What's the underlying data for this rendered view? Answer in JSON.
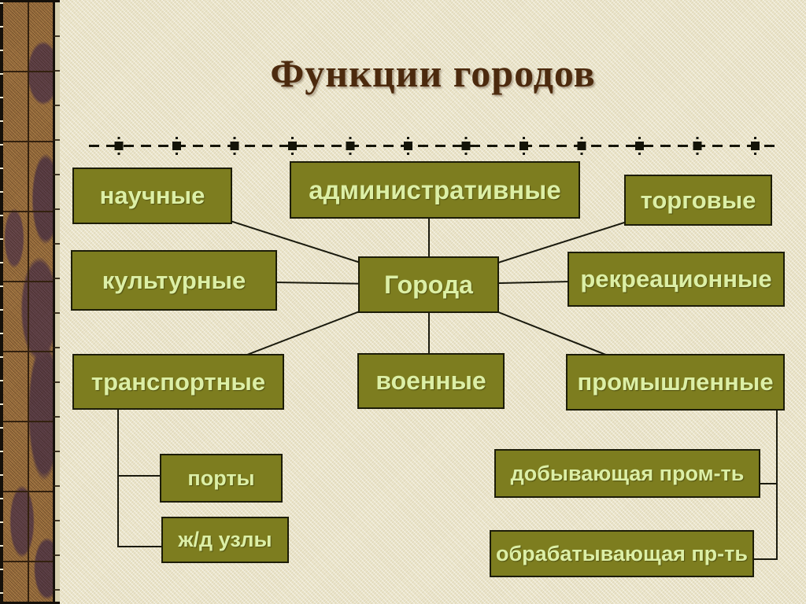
{
  "slide": {
    "title": "Функции городов",
    "center_label": "Города",
    "functions": {
      "scientific": "научные",
      "administrative": "административные",
      "trade": "торговые",
      "cultural": "культурные",
      "recreational": "рекреационные",
      "transport": "транспортные",
      "military": "военные",
      "industrial": "промышленные"
    },
    "transport_subtypes": {
      "ports": "порты",
      "rail_junctions": "ж/д узлы"
    },
    "industrial_subtypes": {
      "extractive": "добывающая пром-ть",
      "processing": "обрабатывающая пр-ть"
    },
    "colors": {
      "background": "#ebe5ca",
      "box_fill": "#7d7d1f",
      "box_border": "#1c1c08",
      "box_text": "#dcefa6",
      "title_text": "#4c2a0e",
      "connector_line": "#1a1a0e",
      "strip_base": "#a87c46",
      "strip_blotch": "#63454e"
    }
  }
}
